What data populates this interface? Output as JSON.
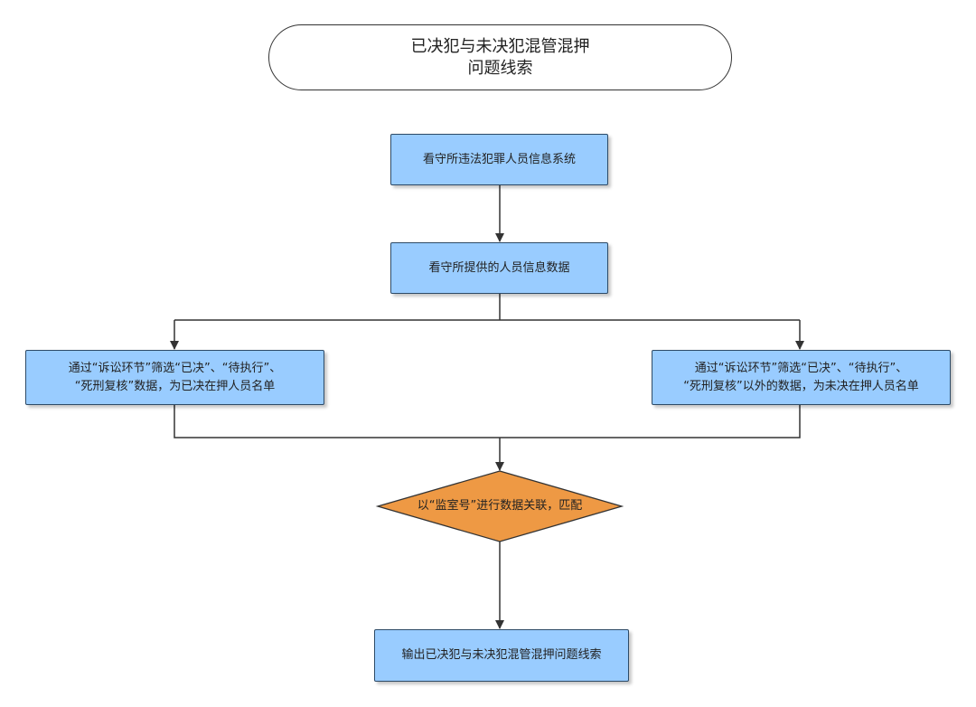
{
  "start": {
    "line1": "已决犯与未决犯混管混押",
    "line2": "问题线索"
  },
  "steps": {
    "system": "看守所违法犯罪人员信息系统",
    "data": "看守所提供的人员信息数据",
    "left_line1": "通过“诉讼环节”筛选“已决”、“待执行”、",
    "left_line2": "“死刑复核”数据，为已决在押人员名单",
    "right_line1": "通过“诉讼环节”筛选“已决”、“待执行”、",
    "right_line2": "“死刑复核”以外的数据，为未决在押人员名单",
    "decision": "以“监室号”进行数据关联，匹配",
    "output": "输出已决犯与未决犯混管混押问题线索"
  },
  "colors": {
    "process_fill": "#99ccff",
    "decision_fill": "#ee9944",
    "connector": "#333333"
  }
}
